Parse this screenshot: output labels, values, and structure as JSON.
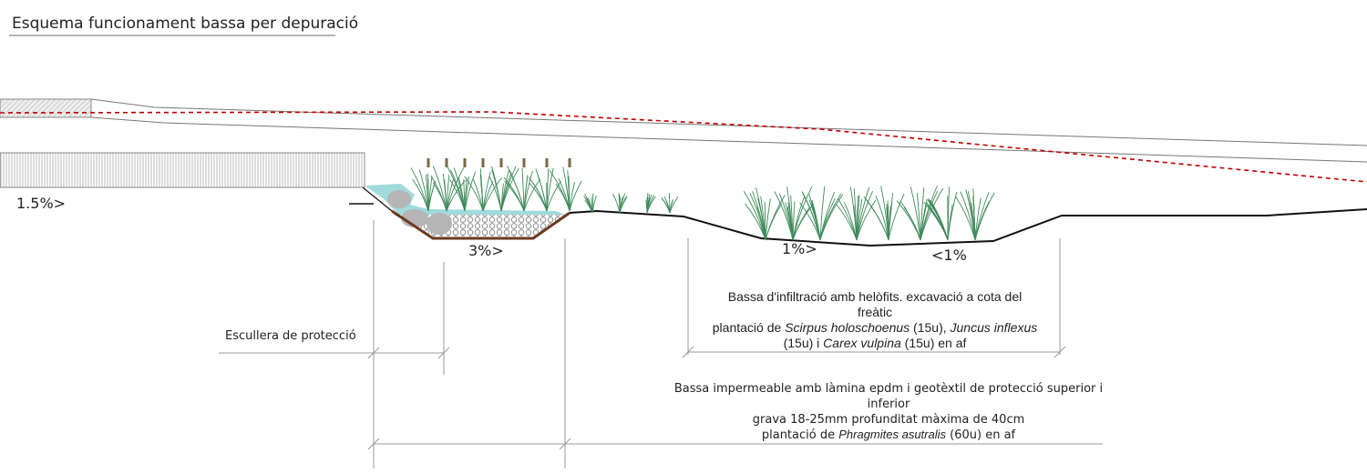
{
  "title": "Esquema funcionament bassa per depuració",
  "slopes": {
    "road": "1.5%>",
    "gravel_pond": "3%>",
    "infiltration_left": "1%>",
    "infiltration_right": "<1%"
  },
  "labels": {
    "riprap": "Escullera de protecció",
    "infiltration": {
      "line1": "Bassa d'infiltració amb helòfits. excavació a cota del",
      "line2": "freàtic",
      "line3_a": "plantació de ",
      "line3_b": "Scirpus holoschoenus",
      "line3_c": " (15u), ",
      "line3_d": "Juncus inflexus",
      "line4_a": "(15u) i ",
      "line4_b": "Carex vulpina",
      "line4_c": " (15u) en af"
    },
    "impermeable": {
      "line1": "Bassa impermeable amb làmina epdm i geotèxtil de protecció superior i",
      "line2": "inferior",
      "line3": "grava 18-25mm profunditat màxima de 40cm",
      "line4_a": "plantació de ",
      "line4_b": "Phragmites asutralis",
      "line4_c": " (60u) en af"
    }
  },
  "colors": {
    "water": "#8fd3d6",
    "liner": "#6b3a1f",
    "water_table": "#c00000",
    "plants": "#3f8a5a"
  }
}
